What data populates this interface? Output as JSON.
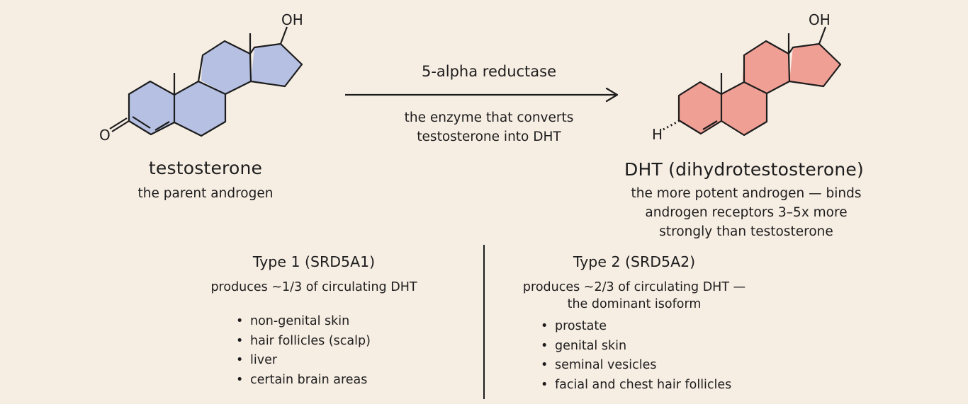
{
  "reaction": {
    "enzyme_name": "5-alpha reductase",
    "enzyme_desc_line1": "the enzyme that converts",
    "enzyme_desc_line2": "testosterone into DHT"
  },
  "substrate": {
    "name": "testosterone",
    "description": "the parent androgen",
    "atom_labels": {
      "hydroxyl": "OH",
      "ketone": "O"
    },
    "highlight_color": "#8aa1e2"
  },
  "product": {
    "name": "DHT (dihydrotestosterone)",
    "description_lines": [
      "the more potent androgen — binds",
      "androgen receptors 3–5x more",
      "strongly than testosterone"
    ],
    "atom_labels": {
      "hydroxyl": "OH",
      "hydrogen": "H"
    },
    "highlight_color": "#ec6a61"
  },
  "isoforms": [
    {
      "title": "Type 1 (SRD5A1)",
      "description_lines": [
        "produces ~1/3 of circulating DHT"
      ],
      "locations": [
        "non-genital skin",
        "hair follicles (scalp)",
        "liver",
        "certain brain areas"
      ]
    },
    {
      "title": "Type 2 (SRD5A2)",
      "description_lines": [
        "produces ~2/3 of circulating DHT —",
        "the dominant isoform"
      ],
      "locations": [
        "prostate",
        "genital skin",
        "seminal vesicles",
        "facial and chest hair follicles"
      ]
    }
  ],
  "bullet_char": "•"
}
